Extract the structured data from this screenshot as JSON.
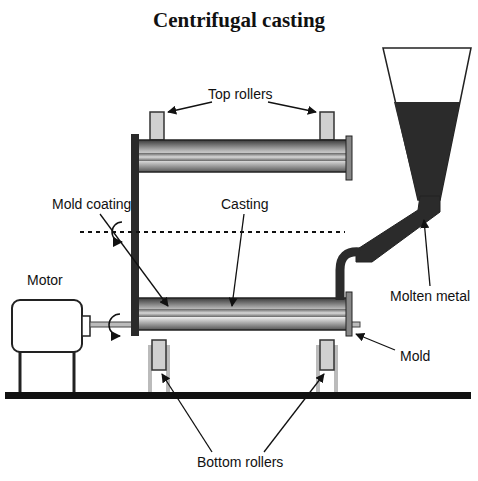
{
  "diagram": {
    "title": "Centrifugal casting",
    "labels": [
      "Top rollers",
      "Mold coating",
      "Casting",
      "Molten metal",
      "Motor",
      "Mold",
      "Bottom rollers"
    ]
  }
}
